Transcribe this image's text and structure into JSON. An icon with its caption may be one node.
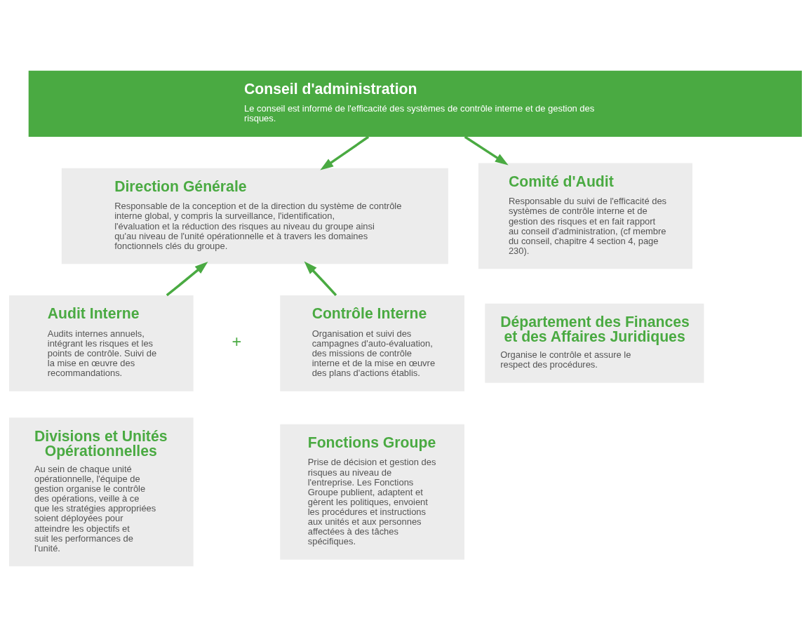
{
  "diagram": {
    "nodes": [
      {
        "text": [
          "Conseil d'administration",
          "Le conseil est informé de l'efficacité des systèmes de contrôle interne et de gestion des risques."
        ]
      },
      {
        "text": [
          "Direction Générale",
          "Responsable de la conception et de la direction du système de contrôle interne global, y compris la surveillance, l'identification, l'évaluation et la réduction des risques au niveau du groupe ainsi qu'au niveau de l'unité opérationnelle et à travers les domaines fonctionnels clés du groupe."
        ]
      },
      {
        "text": [
          "Comité d'Audit",
          "Responsable du suivi de l'efficacité des systèmes de contrôle interne et de gestion des risques et en fait rapport au conseil d'administration, (cf membre du conseil, chapitre 4 section 4, page 230)."
        ]
      },
      {
        "text": [
          "Audit Interne",
          "Audits internes annuels, intégrant les risques et les points de contrôle. Suivi de la mise en œuvre des recommandations."
        ]
      },
      {
        "text": [
          "Contrôle Interne",
          "Organisation et suivi des campagnes d'auto-évaluation, des missions de contrôle interne et de la mise en œuvre des plans d'actions établis."
        ]
      },
      {
        "text": [
          "Département des Finances et des Affaires Juridiques",
          "Organise le contrôle et assure le respect des procédures."
        ]
      },
      {
        "text": [
          "Divisions et Unités Opérationnelles",
          "Au sein de chaque unité opérationnelle, l'équipe de gestion organise le contrôle des opérations, veille à ce que les stratégies appropriées soient déployées pour atteindre les objectifs et suit les performances de l'unité."
        ]
      },
      {
        "text": [
          "Fonctions Groupe",
          "Prise de décision et gestion des risques au niveau de l'entreprise. Les Fonctions Groupe publient, adaptent et gèrent les politiques, envoient les procédures et instructions aux unités et aux personnes affectées à des tâches spécifiques."
        ]
      }
    ],
    "edges": [
      {
        "from": 0,
        "to": 1,
        "arrow": "to"
      },
      {
        "from": 0,
        "to": 2,
        "arrow": "to"
      },
      {
        "from": 3,
        "to": 1,
        "arrow": "to"
      },
      {
        "from": 4,
        "to": 1,
        "arrow": "to"
      }
    ],
    "labels": [
      "+"
    ]
  }
}
